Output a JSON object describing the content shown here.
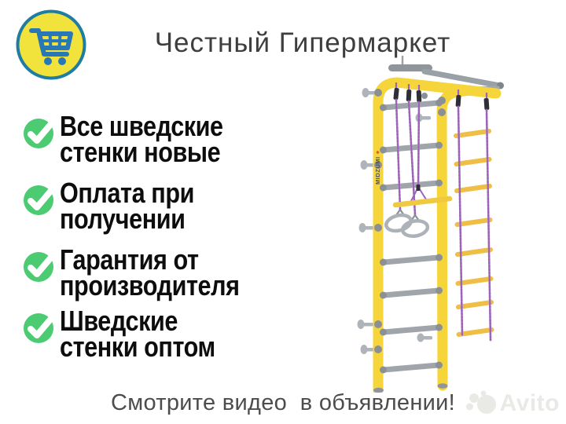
{
  "header": {
    "title": "Честный Гипермаркет"
  },
  "logo": {
    "icon": "shopping-cart",
    "circle_fill": "#F2E23C",
    "circle_border": "#1E7DA2",
    "cart_color": "#2878B8"
  },
  "benefits": {
    "check_color": "#4CCB73",
    "items": [
      {
        "line1": "Все шведские",
        "line2": "стенки новые"
      },
      {
        "line1": "Оплата при",
        "line2": "получении"
      },
      {
        "line1": "Гарантия от",
        "line2": "производителя"
      },
      {
        "line1": "Шведские",
        "line2": "стенки оптом"
      }
    ]
  },
  "product": {
    "brand_vertical": "MIDZUMI",
    "colors": {
      "frame_yellow": "#F6D53A",
      "rung_gray": "#9FA5AB",
      "rope_purple": "#9C63B8",
      "ladder_rung_yellow": "#EEBE45"
    }
  },
  "footer": {
    "caption": "Смотрите видео  в объявлении!"
  },
  "watermark": {
    "text": "Avito"
  }
}
